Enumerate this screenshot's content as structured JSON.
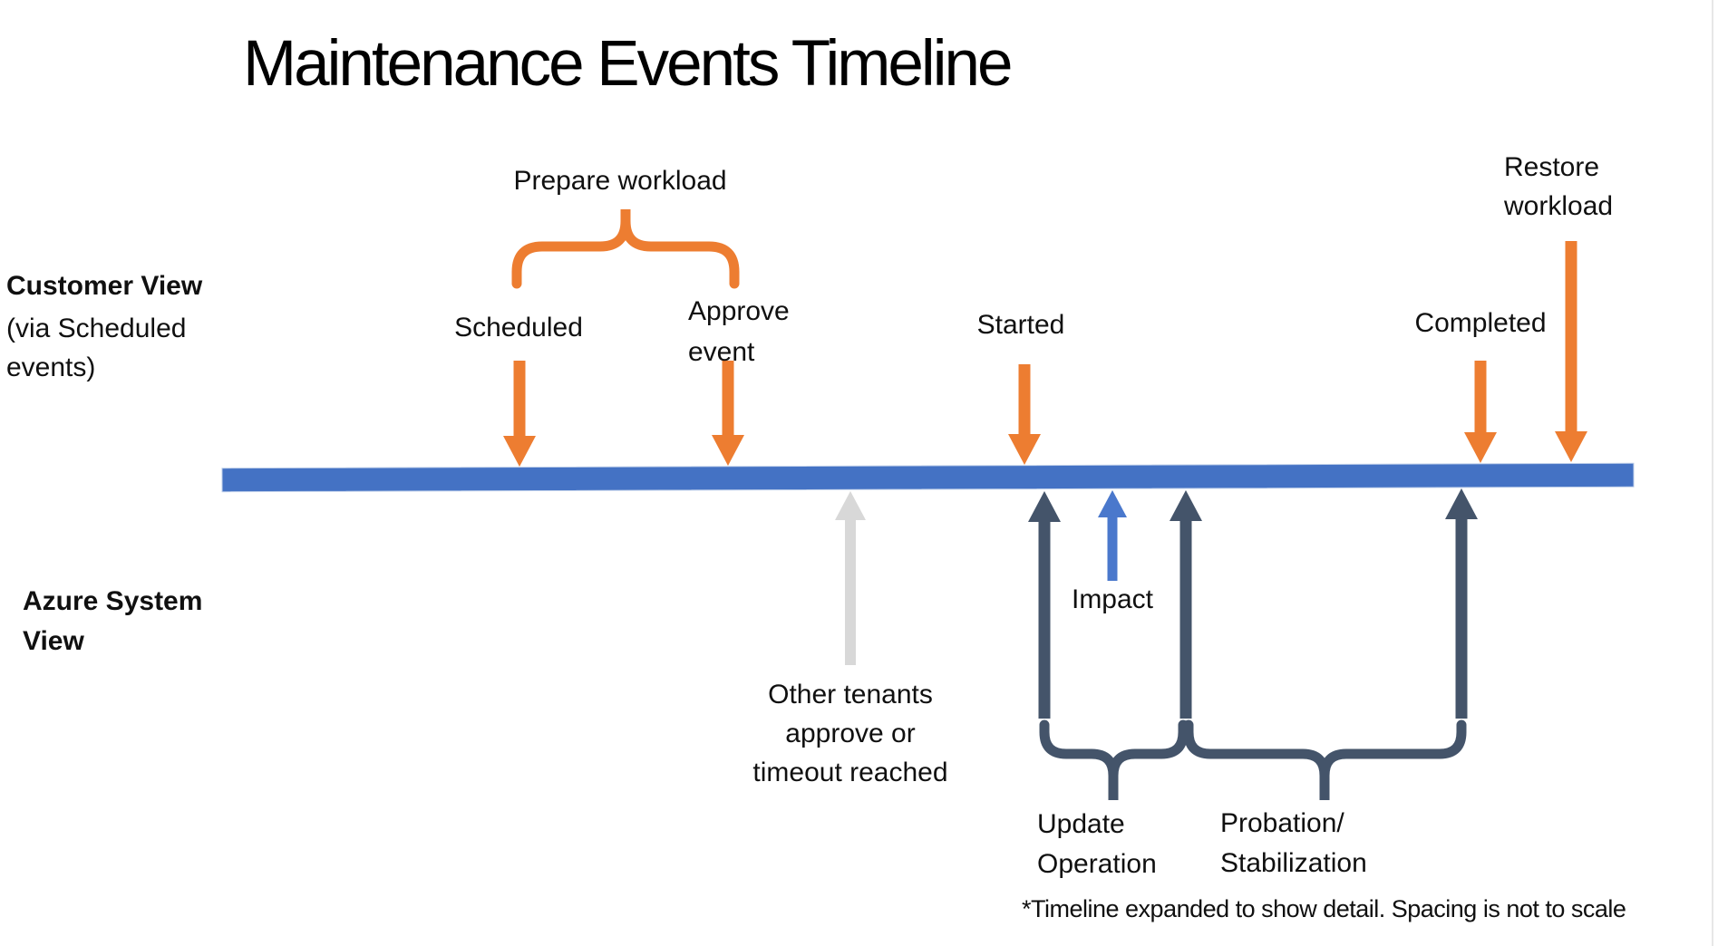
{
  "title": "Maintenance Events Timeline",
  "colors": {
    "orange": "#ED7D31",
    "timeline_blue": "#4472C4",
    "impact_blue": "#4A78CC",
    "navy": "#44546A",
    "gray": "#D8D8D8"
  },
  "lanes": {
    "customer": {
      "heading": "Customer View",
      "subtitle": "(via Scheduled\nevents)"
    },
    "azure": {
      "heading": "Azure System\nView"
    }
  },
  "customer_events": {
    "prepare_workload": "Prepare workload",
    "scheduled": "Scheduled",
    "approve_event": "Approve\nevent",
    "started": "Started",
    "completed": "Completed",
    "restore_workload": "Restore\nworkload"
  },
  "system_events": {
    "other_tenants": "Other tenants\napprove or\ntimeout reached",
    "impact": "Impact",
    "update_operation": "Update\nOperation",
    "probation": "Probation/\nStabilization"
  },
  "footnote": "*Timeline expanded to show detail. Spacing is not to scale"
}
